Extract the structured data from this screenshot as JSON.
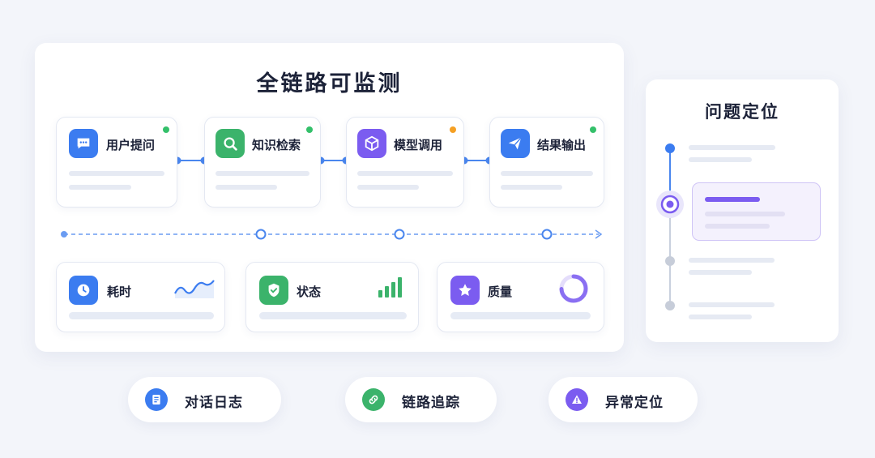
{
  "main": {
    "title": "全链路可监测",
    "steps": [
      {
        "label": "用户提问",
        "icon": "chat-bubble-icon",
        "icon_color": "#3b7cf0",
        "status_color": "#34c06a"
      },
      {
        "label": "知识检索",
        "icon": "search-icon",
        "icon_color": "#3bb36b",
        "status_color": "#34c06a"
      },
      {
        "label": "模型调用",
        "icon": "cube-icon",
        "icon_color": "#7b5cf0",
        "status_color": "#f5a024"
      },
      {
        "label": "结果输出",
        "icon": "send-icon",
        "icon_color": "#3b7cf0",
        "status_color": "#34c06a"
      }
    ],
    "metrics": [
      {
        "label": "耗时",
        "icon": "clock-icon",
        "icon_color": "#3b7cf0",
        "visual": "sparkline"
      },
      {
        "label": "状态",
        "icon": "shield-check-icon",
        "icon_color": "#3bb36b",
        "visual": "signal-bars"
      },
      {
        "label": "质量",
        "icon": "star-icon",
        "icon_color": "#7b5cf0",
        "visual": "donut"
      }
    ]
  },
  "side": {
    "title": "问题定位",
    "highlight_color": "#7b5cf0"
  },
  "features": [
    {
      "label": "对话日志",
      "icon": "document-icon",
      "icon_color": "#3b7cf0"
    },
    {
      "label": "链路追踪",
      "icon": "link-icon",
      "icon_color": "#3bb36b"
    },
    {
      "label": "异常定位",
      "icon": "warning-icon",
      "icon_color": "#7b5cf0"
    }
  ]
}
